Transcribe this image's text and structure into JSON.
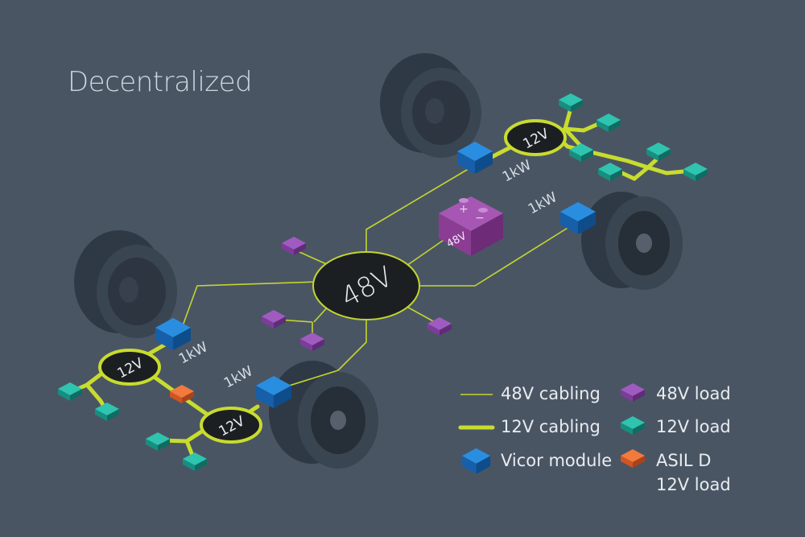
{
  "title": "Decentralized",
  "hub_label": "48V",
  "battery_label": "48V",
  "battery_terminals": {
    "plus": "+",
    "minus": "−"
  },
  "converter_labels": {
    "top_left": "12V",
    "bottom_left_upper": "12V",
    "bottom_left_lower": "12V"
  },
  "module_power_labels": {
    "front_left": "1kW",
    "front_right": "1kW",
    "rear_left": "1kW",
    "rear_right": "1kW"
  },
  "legend": {
    "cabling_48v": "48V cabling",
    "cabling_12v": "12V cabling",
    "vicor_module": "Vicor module",
    "load_48v": "48V load",
    "load_12v": "12V load",
    "asil_line1": "ASIL D",
    "asil_line2": "12V load"
  },
  "colors": {
    "background": "#4a5564",
    "cable_48v": "#c2d62f",
    "cable_12v": "#c8dc2e",
    "vicor_module": "#1b6fbe",
    "load_48v": "#8a48a8",
    "load_12v": "#1aa898",
    "asil_load": "#e8602a",
    "battery": "#8b3d93",
    "hub": "#1c1f22"
  }
}
